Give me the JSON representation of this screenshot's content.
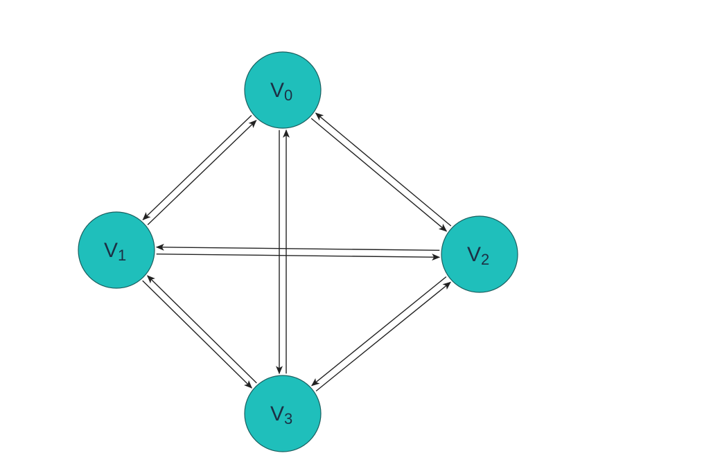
{
  "graph": {
    "node_fill": "#1fbfbb",
    "node_stroke": "#1a5f5f",
    "label_color": "#1c2f44",
    "edge_color": "#222222",
    "nodes": [
      {
        "id": "v0",
        "letter": "V",
        "sub": "0"
      },
      {
        "id": "v1",
        "letter": "V",
        "sub": "1"
      },
      {
        "id": "v2",
        "letter": "V",
        "sub": "2"
      },
      {
        "id": "v3",
        "letter": "V",
        "sub": "3"
      }
    ],
    "edges": [
      {
        "from": "v1",
        "to": "v0"
      },
      {
        "from": "v0",
        "to": "v1"
      },
      {
        "from": "v0",
        "to": "v2"
      },
      {
        "from": "v2",
        "to": "v0"
      },
      {
        "from": "v1",
        "to": "v2"
      },
      {
        "from": "v2",
        "to": "v1"
      },
      {
        "from": "v1",
        "to": "v3"
      },
      {
        "from": "v3",
        "to": "v1"
      },
      {
        "from": "v3",
        "to": "v0"
      },
      {
        "from": "v0",
        "to": "v3"
      },
      {
        "from": "v3",
        "to": "v2"
      },
      {
        "from": "v2",
        "to": "v3"
      }
    ]
  }
}
